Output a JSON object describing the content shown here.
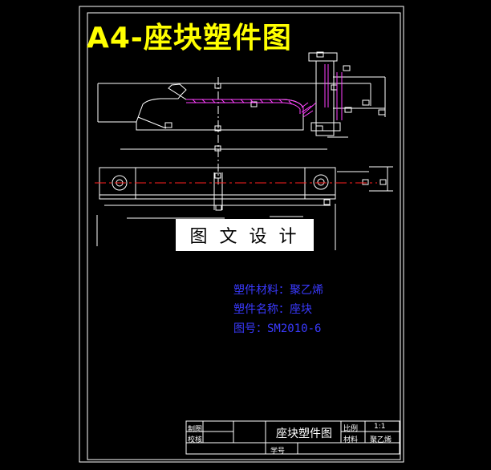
{
  "title": "A4-座块塑件图",
  "stamp": "图 文 设 计",
  "info": {
    "material": "塑件材料：聚乙烯",
    "part_name": "塑件名称：座块",
    "drawing_no": "图号：SM2010-6"
  },
  "title_block": {
    "drawn": "制图",
    "checked": "校核",
    "name": "座块塑件图",
    "scale_label": "比例",
    "scale_value": "1:1",
    "material_label": "材料",
    "material_value": "聚乙烯",
    "student_no": "学号"
  },
  "colors": {
    "background": "#000000",
    "lines": "#ffffff",
    "title": "#ffff00",
    "info": "#3a3aff",
    "centerline": "#ff2020",
    "hatch": "#ff40ff"
  }
}
